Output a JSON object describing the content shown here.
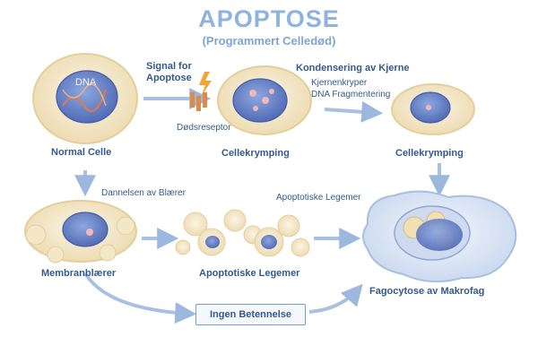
{
  "header": {
    "title": "APOPTOSE",
    "subtitle": "(Programmert Celledød)"
  },
  "stages": {
    "normal_cell": "Normal Celle",
    "dna": "DNA",
    "signal": "Signal for\nApoptose",
    "death_receptor": "Dødsreseptor",
    "condensation": "Kondensering av Kjerne",
    "nuclear_shrink": "Kjernenkryper",
    "dna_fragmentation": "DNA Fragmentering",
    "cell_shrinking_1": "Cellekrymping",
    "cell_shrinking_2": "Cellekrymping",
    "bleb_formation": "Dannelsen av Blærer",
    "membrane_blebs": "Membranblærer",
    "apoptotic_bodies_top": "Apoptotiske Legemer",
    "apoptotic_bodies_bottom": "Apoptotiske Legemer",
    "phagocytosis": "Fagocytose av Makrofag",
    "no_inflammation": "Ingen Betennelse"
  },
  "colors": {
    "nucleus": "#5f7fc7",
    "cytoplasm": "#f3e6c6",
    "arrow": "#9db8de",
    "macrophage": "#dbe6f5",
    "receptor": "#e08a4a"
  }
}
